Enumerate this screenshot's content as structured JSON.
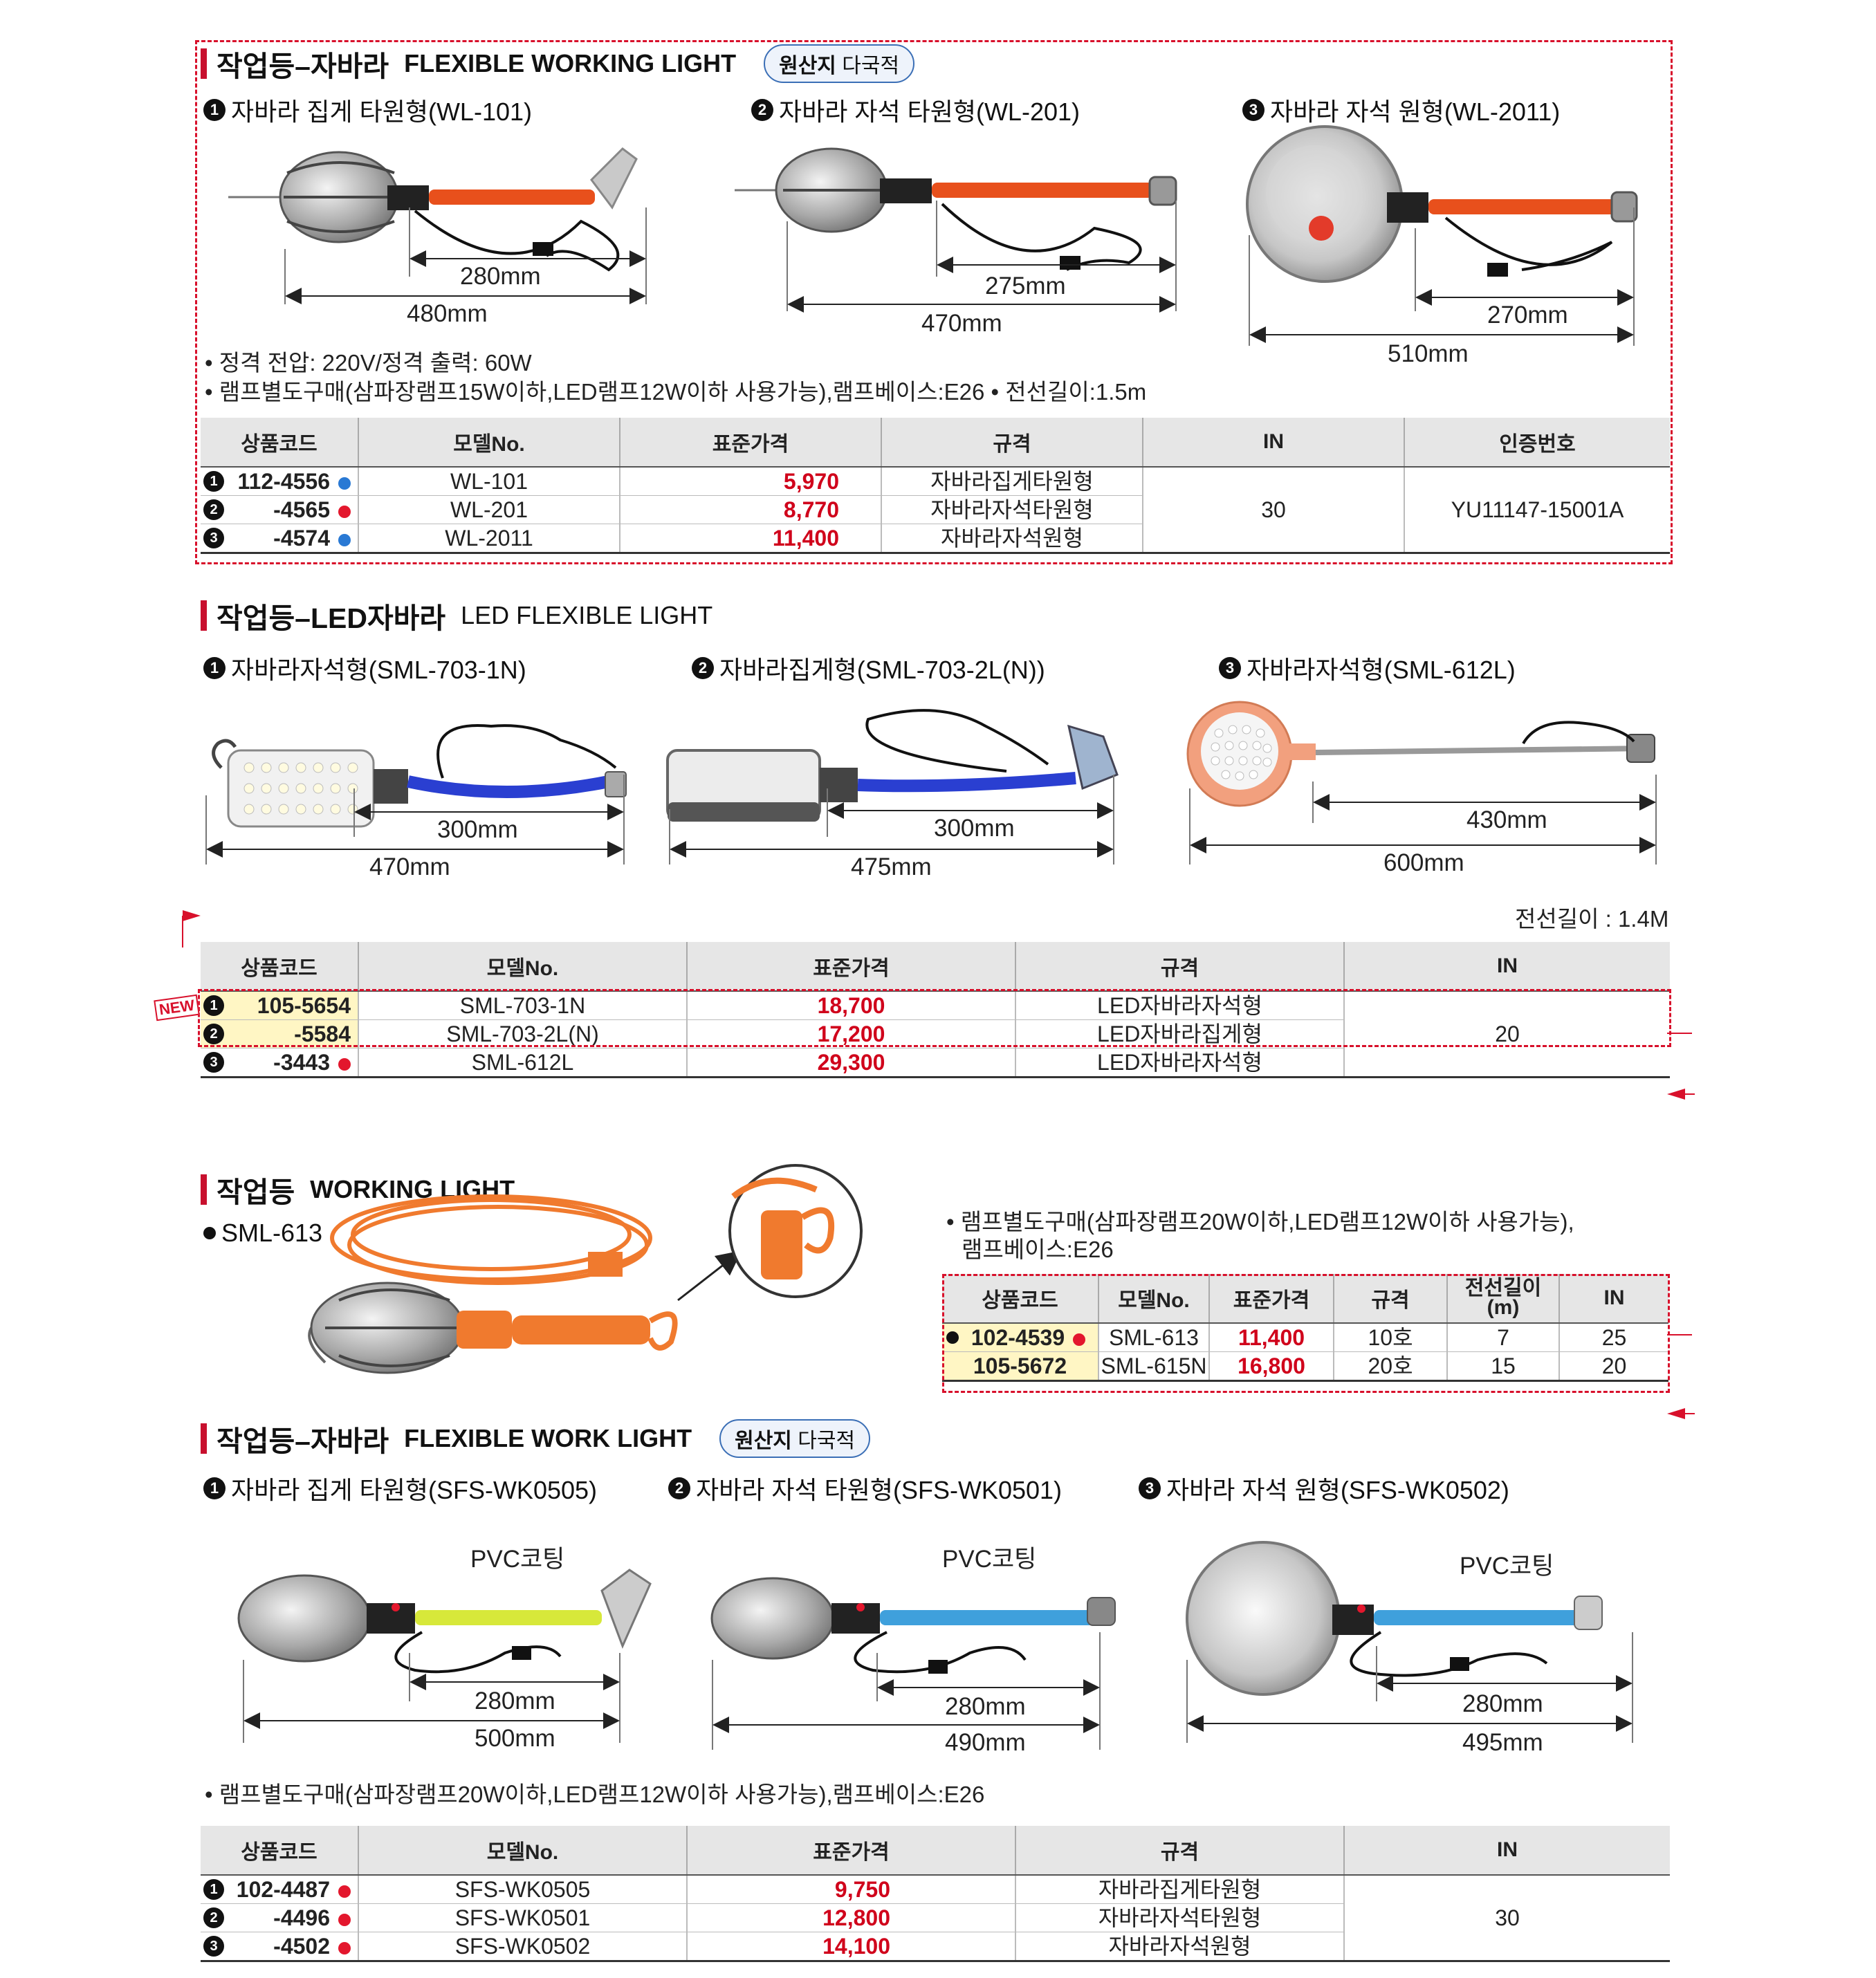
{
  "s1": {
    "title_ko": "작업등–자바라",
    "title_en": "FLEXIBLE WORKING LIGHT",
    "origin_label": "원산지",
    "origin_value": "다국적",
    "items": [
      {
        "num": "1",
        "label": "자바라 집게 타원형(WL-101)",
        "dim_short": "280mm",
        "dim_long": "480mm"
      },
      {
        "num": "2",
        "label": "자바라 자석 타원형(WL-201)",
        "dim_short": "275mm",
        "dim_long": "470mm"
      },
      {
        "num": "3",
        "label": "자바라 자석 원형(WL-2011)",
        "dim_short": "270mm",
        "dim_long": "510mm"
      }
    ],
    "note1": "• 정격 전압: 220V/정격 출력: 60W",
    "note2": "• 램프별도구매(삼파장램프15W이하,LED램프12W이하 사용가능),램프베이스:E26  • 전선길이:1.5m",
    "headers": [
      "상품코드",
      "모델No.",
      "표준가격",
      "규격",
      "IN",
      "인증번호"
    ],
    "rows": [
      {
        "num": "1",
        "code": "112-4556",
        "model": "WL-101",
        "price": "5,970",
        "spec": "자바라집게타원형"
      },
      {
        "num": "2",
        "code": "-4565",
        "model": "WL-201",
        "price": "8,770",
        "spec": "자바라자석타원형"
      },
      {
        "num": "3",
        "code": "-4574",
        "model": "WL-2011",
        "price": "11,400",
        "spec": "자바라자석원형"
      }
    ],
    "in_value": "30",
    "cert_value": "YU11147-15001A"
  },
  "s2": {
    "title_ko": "작업등–LED자바라",
    "title_en": "LED FLEXIBLE LIGHT",
    "items": [
      {
        "num": "1",
        "label": "자바라자석형(SML-703-1N)",
        "dim_short": "300mm",
        "dim_long": "470mm"
      },
      {
        "num": "2",
        "label": "자바라집게형(SML-703-2L(N))",
        "dim_short": "300mm",
        "dim_long": "475mm"
      },
      {
        "num": "3",
        "label": "자바라자석형(SML-612L)",
        "dim_short": "430mm",
        "dim_long": "600mm"
      }
    ],
    "cable_note": "전선길이 : 1.4M",
    "new_badge": "NEW",
    "headers": [
      "상품코드",
      "모델No.",
      "표준가격",
      "규격",
      "IN"
    ],
    "rows": [
      {
        "num": "1",
        "code": "105-5654",
        "model": "SML-703-1N",
        "price": "18,700",
        "spec": "LED자바라자석형"
      },
      {
        "num": "2",
        "code": "-5584",
        "model": "SML-703-2L(N)",
        "price": "17,200",
        "spec": "LED자바라집게형"
      },
      {
        "num": "3",
        "code": "-3443",
        "model": "SML-612L",
        "price": "29,300",
        "spec": "LED자바라자석형"
      }
    ],
    "in_value": "20"
  },
  "s3": {
    "title_ko": "작업등",
    "title_en": "WORKING LIGHT",
    "item_label": "SML-613",
    "note_line1": "• 램프별도구매(삼파장램프20W이하,LED램프12W이하 사용가능),",
    "note_line2": "램프베이스:E26",
    "headers": [
      "상품코드",
      "모델No.",
      "표준가격",
      "규격",
      "전선길이\n(m)",
      "IN"
    ],
    "rows": [
      {
        "code": "102-4539",
        "model": "SML-613",
        "price": "11,400",
        "spec": "10호",
        "length": "7",
        "in": "25"
      },
      {
        "code": "105-5672",
        "model": "SML-615N",
        "price": "16,800",
        "spec": "20호",
        "length": "15",
        "in": "20"
      }
    ]
  },
  "s4": {
    "title_ko": "작업등–자바라",
    "title_en": "FLEXIBLE WORK LIGHT",
    "origin_label": "원산지",
    "origin_value": "다국적",
    "pvc_label": "PVC코팅",
    "items": [
      {
        "num": "1",
        "label": "자바라 집게 타원형(SFS-WK0505)",
        "dim_short": "280mm",
        "dim_long": "500mm"
      },
      {
        "num": "2",
        "label": "자바라 자석 타원형(SFS-WK0501)",
        "dim_short": "280mm",
        "dim_long": "490mm"
      },
      {
        "num": "3",
        "label": "자바라 자석 원형(SFS-WK0502)",
        "dim_short": "280mm",
        "dim_long": "495mm"
      }
    ],
    "note": "• 램프별도구매(삼파장램프20W이하,LED램프12W이하 사용가능),램프베이스:E26",
    "headers": [
      "상품코드",
      "모델No.",
      "표준가격",
      "규격",
      "IN"
    ],
    "rows": [
      {
        "num": "1",
        "code": "102-4487",
        "model": "SFS-WK0505",
        "price": "9,750",
        "spec": "자바라집게타원형"
      },
      {
        "num": "2",
        "code": "-4496",
        "model": "SFS-WK0501",
        "price": "12,800",
        "spec": "자바라자석타원형"
      },
      {
        "num": "3",
        "code": "-4502",
        "model": "SFS-WK0502",
        "price": "14,100",
        "spec": "자바라자석원형"
      }
    ],
    "in_value": "30"
  },
  "colors": {
    "accent_red": "#c8102e",
    "price_red": "#d0021b",
    "dot_blue": "#2979d4",
    "dot_red": "#e3172d",
    "highlight": "#fff6c4"
  }
}
